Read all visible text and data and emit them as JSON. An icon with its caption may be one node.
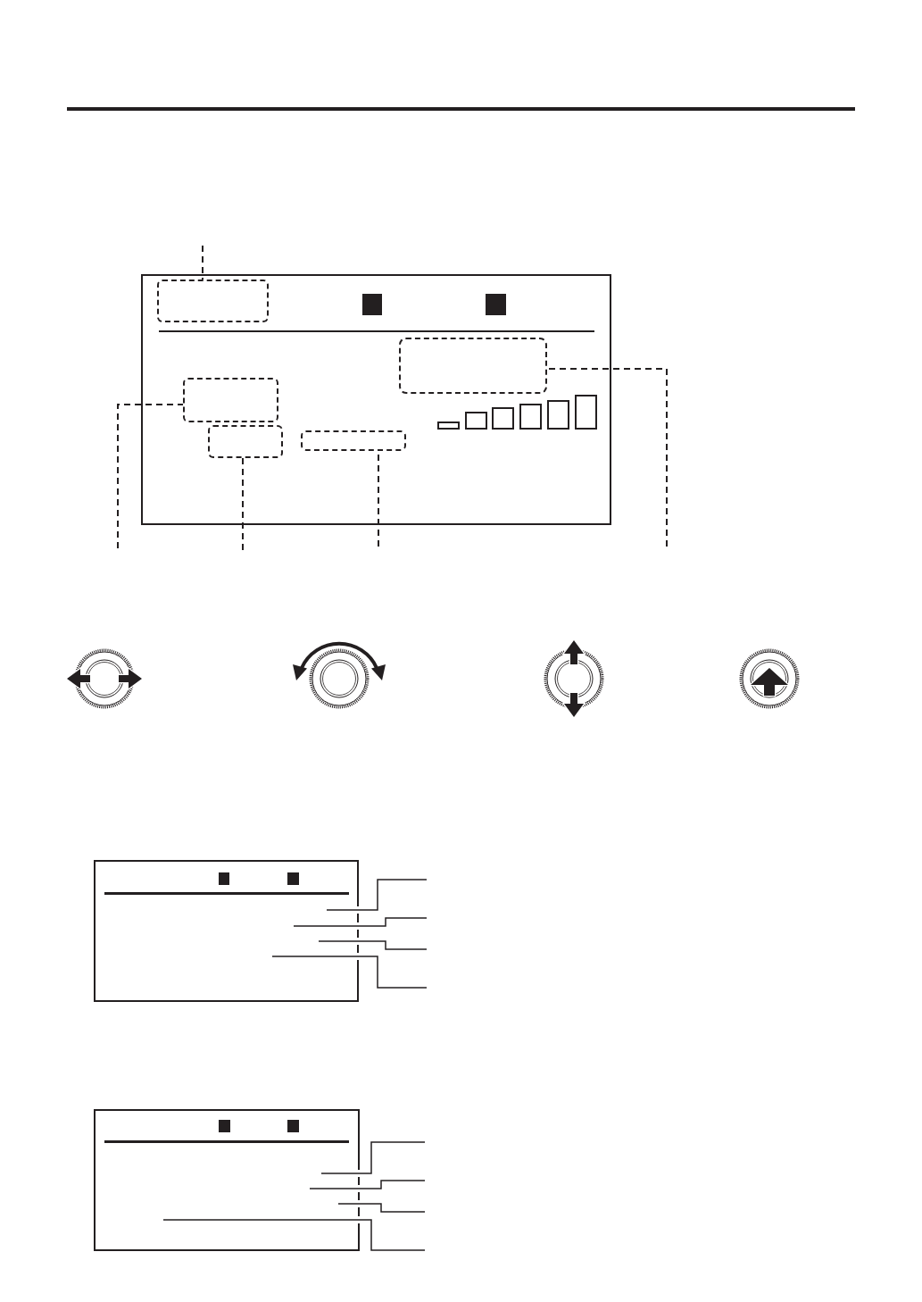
{
  "diagram": {
    "nodes": [
      {
        "text": [],
        "shape": "box"
      },
      {
        "text": [],
        "shape": "box",
        "in": 0
      },
      {
        "text": [],
        "shape": "box",
        "in": 0
      },
      {
        "text": [],
        "shape": "box",
        "in": 0
      },
      {
        "text": [],
        "shape": "box",
        "in": 0
      },
      {
        "text": [],
        "shape": "box",
        "in": 0
      },
      {
        "text": [],
        "shape": "picture"
      },
      {
        "text": [],
        "shape": "picture"
      },
      {
        "text": [],
        "shape": "picture"
      },
      {
        "text": [],
        "shape": "picture"
      },
      {
        "text": [],
        "shape": "box"
      },
      {
        "text": [],
        "shape": "box"
      }
    ],
    "edges": [
      {
        "from": null,
        "to": 1,
        "arrow": "none",
        "style": "dashed"
      },
      {
        "from": null,
        "to": 3,
        "arrow": "none",
        "style": "dashed"
      },
      {
        "from": null,
        "to": 4,
        "arrow": "none",
        "style": "dashed"
      },
      {
        "from": null,
        "to": 5,
        "arrow": "none",
        "style": "dashed"
      },
      {
        "from": null,
        "to": 2,
        "arrow": "none",
        "style": "dashed"
      },
      {
        "from": null,
        "to": 10,
        "arrow": "none"
      },
      {
        "from": null,
        "to": 10,
        "arrow": "none"
      },
      {
        "from": null,
        "to": 10,
        "arrow": "none"
      },
      {
        "from": null,
        "to": 10,
        "arrow": "none"
      },
      {
        "from": null,
        "to": 11,
        "arrow": "none"
      },
      {
        "from": null,
        "to": 11,
        "arrow": "none"
      },
      {
        "from": null,
        "to": 11,
        "arrow": "none"
      },
      {
        "from": null,
        "to": 11,
        "arrow": "none"
      }
    ]
  }
}
